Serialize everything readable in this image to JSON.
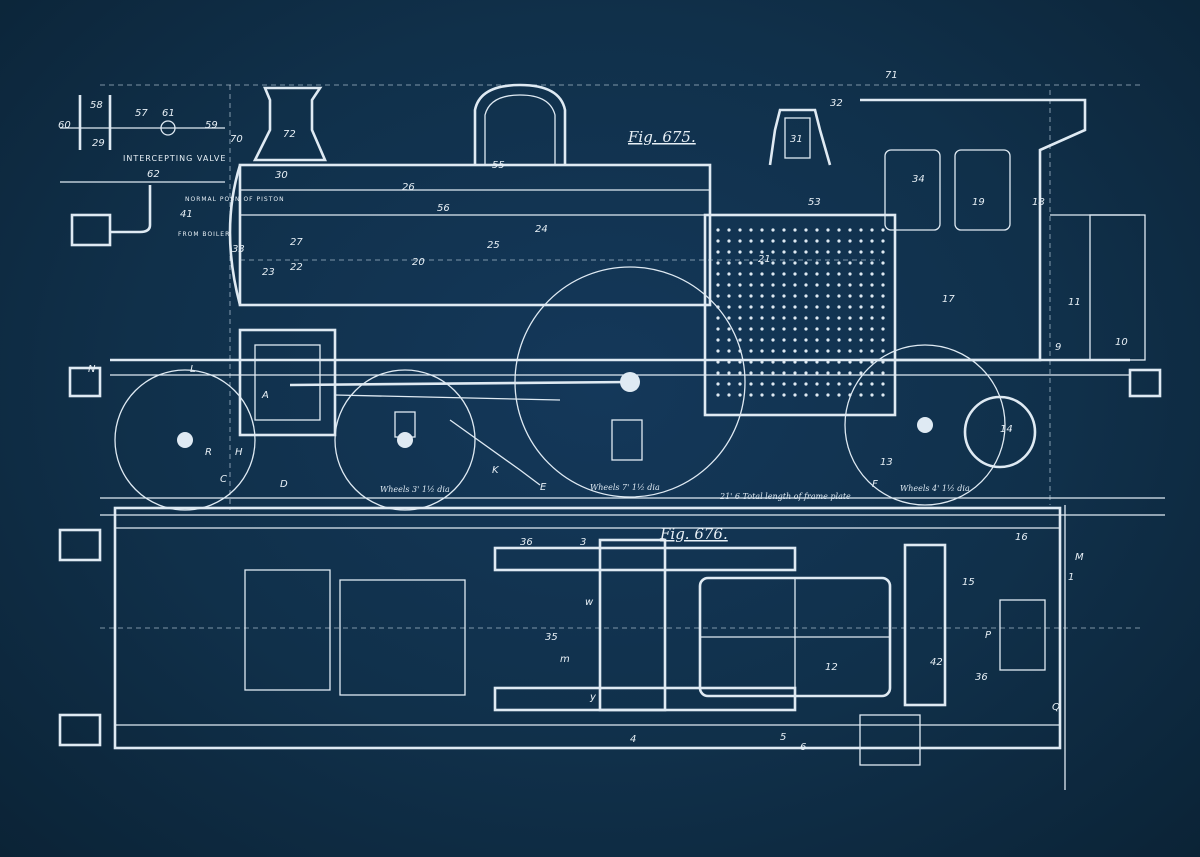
{
  "colors": {
    "background": "#0f2c43",
    "lines": "#dfeaf3"
  },
  "figures": {
    "side_elevation": "Fig. 675.",
    "plan": "Fig. 676."
  },
  "valve": {
    "title": "INTERCEPTING VALVE",
    "piston": "NORMAL POSN OF PISTON",
    "boiler": "FROM BOILER"
  },
  "dimensions": {
    "wheels_front": "Wheels 3' 1½ dia",
    "wheels_driving": "Wheels 7' 1½ dia",
    "wheels_rear": "Wheels 4' 1½ dia",
    "frame_length": "21' 6 Total length of frame plate"
  },
  "labels": [
    "60",
    "58",
    "57",
    "61",
    "59",
    "29",
    "62",
    "41",
    "70",
    "33",
    "72",
    "30",
    "27",
    "22",
    "23",
    "20",
    "26",
    "24",
    "25",
    "21",
    "53",
    "56",
    "55",
    "34",
    "19",
    "31",
    "32",
    "71",
    "18",
    "17",
    "10",
    "11",
    "9",
    "N",
    "L",
    "C",
    "D",
    "E",
    "F",
    "A",
    "R",
    "H",
    "K",
    "13",
    "14",
    "15",
    "16",
    "12",
    "36",
    "35",
    "42",
    "36",
    "3",
    "1",
    "M",
    "Q",
    "P",
    "6",
    "5",
    "4",
    "y",
    "w",
    "m"
  ]
}
